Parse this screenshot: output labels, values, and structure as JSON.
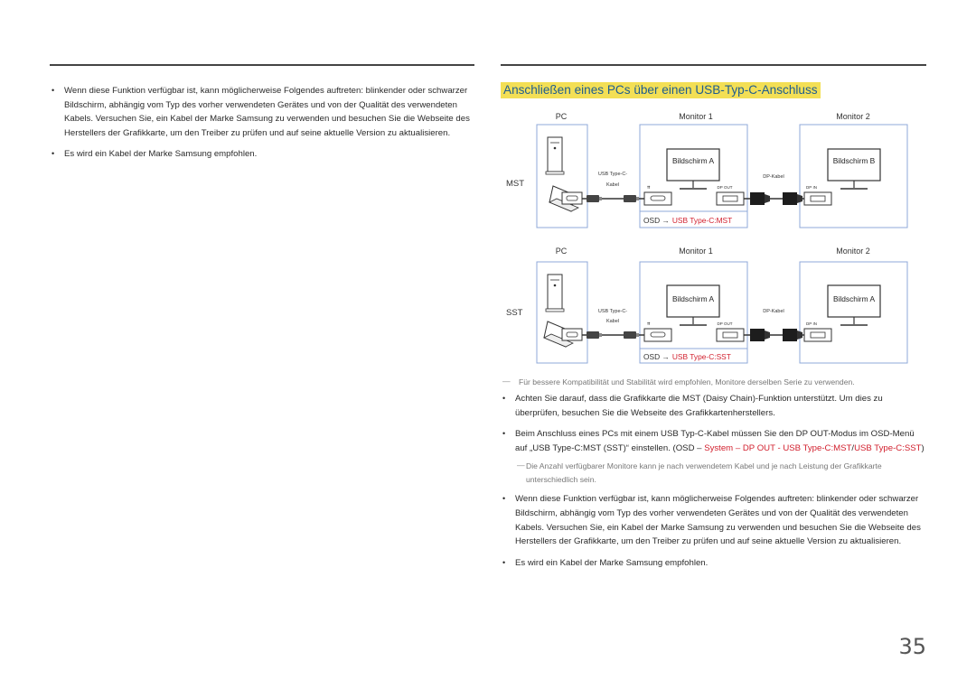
{
  "left_column": {
    "bullets": [
      "Wenn diese Funktion verfügbar ist, kann möglicherweise Folgendes auftreten: blinkender oder schwarzer Bildschirm, abhängig vom Typ des vorher verwendeten Gerätes und von der Qualität des verwendeten Kabels. Versuchen Sie, ein Kabel der Marke Samsung zu verwenden und besuchen Sie die Webseite des Herstellers der Grafikkarte, um den Treiber zu prüfen und auf seine aktuelle Version zu aktualisieren.",
      "Es wird ein Kabel der Marke Samsung empfohlen."
    ]
  },
  "right_column": {
    "heading": "Anschließen eines PCs über einen USB-Typ-C-Anschluss",
    "diagram": {
      "pc_label": "PC",
      "monitor1_label": "Monitor 1",
      "monitor2_label": "Monitor 2",
      "mst": {
        "mode": "MST",
        "screen1": "Bildschirm A",
        "screen2": "Bildschirm B",
        "usb_cable_line1": "USB Type-C-",
        "usb_cable_line2": "Kabel",
        "dp_cable": "DP-Kabel",
        "dp_out": "DP OUT",
        "dp_in": "DP IN",
        "osd_prefix": "OSD →",
        "osd_value": "USB Type-C:MST"
      },
      "sst": {
        "mode": "SST",
        "screen1": "Bildschirm A",
        "screen2": "Bildschirm A",
        "usb_cable_line1": "USB Type-C-",
        "usb_cable_line2": "Kabel",
        "dp_cable": "DP-Kabel",
        "dp_out": "DP OUT",
        "dp_in": "DP IN",
        "osd_prefix": "OSD →",
        "osd_value": "USB Type-C:SST"
      }
    },
    "note1": "Für bessere Kompatibilität und Stabilität wird empfohlen, Monitore derselben Serie zu verwenden.",
    "bullet1": "Achten Sie darauf, dass die Grafikkarte die MST (Daisy Chain)-Funktion unterstützt. Um dies zu überprüfen, besuchen Sie die Webseite des Grafikkartenherstellers.",
    "bullet2": {
      "text": "Beim Anschluss eines PCs mit einem USB Typ-C-Kabel müssen Sie den DP OUT-Modus im OSD-Menü auf „USB Type-C:MST (SST)“ einstellen. (OSD –",
      "path1": "System",
      "sep1": "–",
      "path2": "DP OUT",
      "sep2": "-",
      "path3": "USB Type-C:MST",
      "slash": "/",
      "path4": "USB Type-C:SST",
      "close": ")"
    },
    "note2": "Die Anzahl verfügbarer Monitore kann je nach verwendetem Kabel und je nach Leistung der Grafikkarte unterschiedlich sein.",
    "bullet3": "Wenn diese Funktion verfügbar ist, kann möglicherweise Folgendes auftreten: blinkender oder schwarzer Bildschirm, abhängig vom Typ des vorher verwendeten Gerätes und von der Qualität des verwendeten Kabels. Versuchen Sie, ein Kabel der Marke Samsung zu verwenden und besuchen Sie die Webseite des Herstellers der Grafikkarte, um den Treiber zu prüfen und auf seine aktuelle Version zu aktualisieren.",
    "bullet4": "Es wird ein Kabel der Marke Samsung empfohlen."
  },
  "page_number": "35",
  "colors": {
    "heading_highlight": "#f3df55",
    "heading_text": "#1f5d8f",
    "accent_red": "#d2202e",
    "frame_blue": "#8fa8d8"
  }
}
